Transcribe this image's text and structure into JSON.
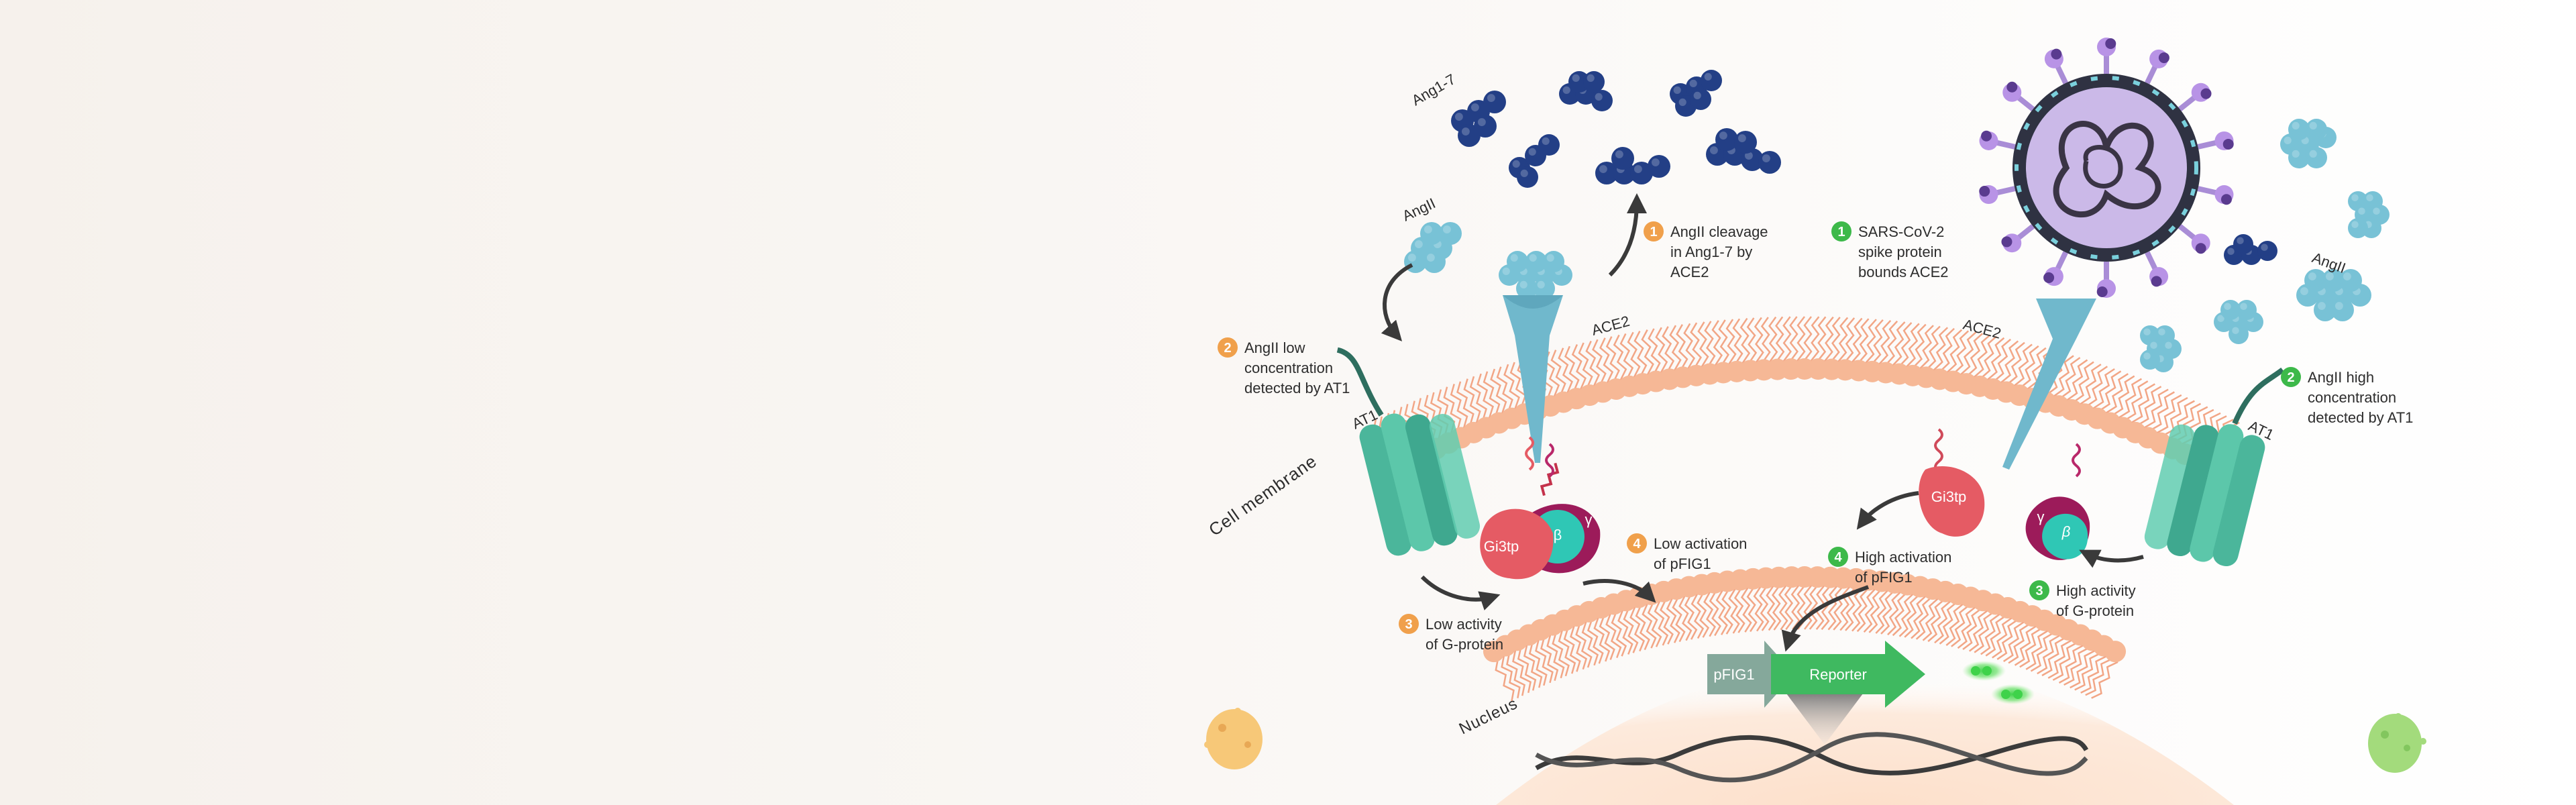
{
  "colors": {
    "orange_step": "#f0a04b",
    "green_step": "#3db94a",
    "lipid_head": "#f6b896",
    "lipid_tail": "#f2a686",
    "angII": "#78c2d6",
    "ang17": "#233f86",
    "ace2": "#70b8cc",
    "at1": "#4bb69b",
    "gi3tp": "#e55b64",
    "beta": "#2fc7b5",
    "gamma": "#9c1b5a",
    "virus": "#b8a2dc",
    "reporter": "#3fb960",
    "pfig1": "#85a89b",
    "nucleus": "#fde3d0"
  },
  "labels": {
    "cell_membrane": "Cell membrane",
    "nucleus": "Nucleus",
    "ang17": "Ang1-7",
    "angII_left": "AngII",
    "angII_right": "AngII",
    "ace2_left": "ACE2",
    "ace2_right": "ACE2",
    "at1_left": "AT1",
    "at1_right": "AT1",
    "gi3tp_left": "Gi3tp",
    "gi3tp_right": "Gi3tp",
    "beta_left": "β",
    "beta_right": "β",
    "gamma_left": "γ",
    "gamma_right": "γ",
    "pfig1": "pFIG1",
    "reporter": "Reporter"
  },
  "steps_left": [
    {
      "num": "1",
      "lines": [
        "AngII cleavage",
        "in Ang1-7 by",
        "ACE2"
      ]
    },
    {
      "num": "2",
      "lines": [
        "AngII low",
        "concentration",
        "detected by AT1"
      ]
    },
    {
      "num": "3",
      "lines": [
        "Low activity",
        "of G-protein"
      ]
    },
    {
      "num": "4",
      "lines": [
        "Low activation",
        "of pFIG1"
      ]
    }
  ],
  "steps_right": [
    {
      "num": "1",
      "lines": [
        "SARS-CoV-2",
        "spike protein",
        "bounds ACE2"
      ]
    },
    {
      "num": "2",
      "lines": [
        "AngII high",
        "concentration",
        "detected by AT1"
      ]
    },
    {
      "num": "3",
      "lines": [
        "High activity",
        "of G-protein"
      ]
    },
    {
      "num": "4",
      "lines": [
        "High activation",
        "of pFIG1"
      ]
    }
  ]
}
